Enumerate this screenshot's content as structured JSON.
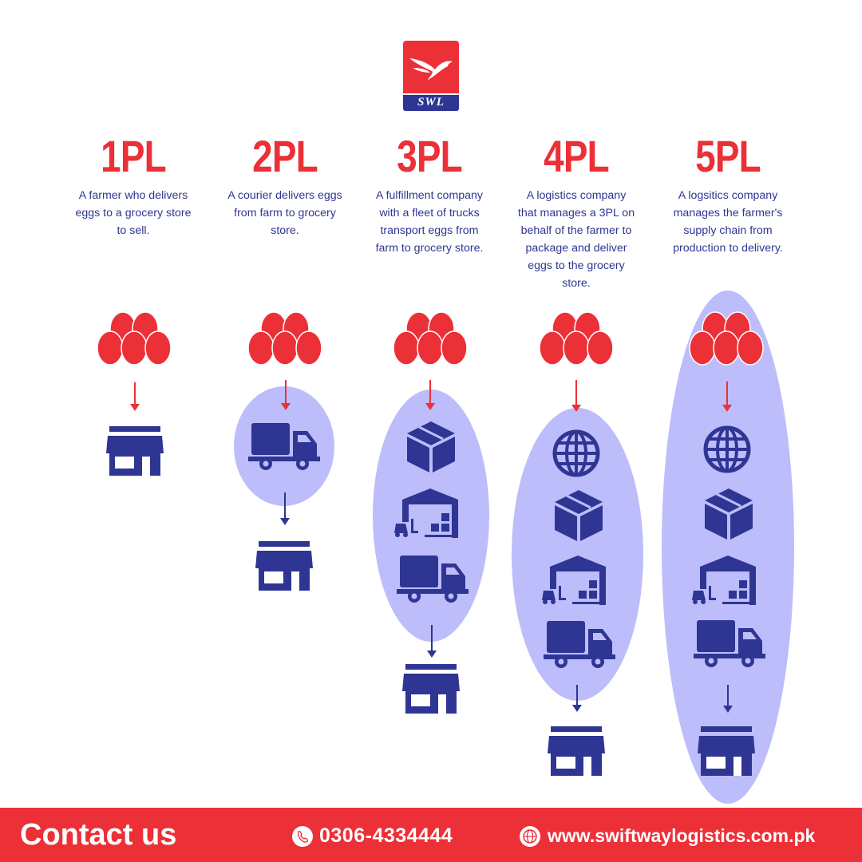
{
  "brand": {
    "logo_text": "SWL",
    "colors": {
      "red": "#ec3038",
      "navy": "#2f3593",
      "lavender": "#bcbdfa"
    }
  },
  "columns": [
    {
      "title": "1PL",
      "description": [
        "A farmer who delivers",
        "eggs to a grocery store",
        "to sell."
      ],
      "flow": [
        "eggs-icon",
        "store-icon"
      ]
    },
    {
      "title": "2PL",
      "description": [
        "A courier delivers eggs",
        "from farm to grocery",
        "store."
      ],
      "flow": [
        "eggs-icon",
        "truck-icon",
        "store-icon"
      ]
    },
    {
      "title": "3PL",
      "description": [
        "A fulfillment company",
        "with a fleet of trucks",
        "transport eggs from",
        "farm to grocery store."
      ],
      "flow": [
        "eggs-icon",
        "box-icon",
        "warehouse-icon",
        "truck-icon",
        "store-icon"
      ]
    },
    {
      "title": "4PL",
      "description": [
        "A logistics company",
        "that manages a 3PL on",
        "behalf of the farmer to",
        "package and deliver",
        "eggs to the grocery",
        "store."
      ],
      "flow": [
        "eggs-icon",
        "globe-icon",
        "box-icon",
        "warehouse-icon",
        "truck-icon",
        "store-icon"
      ]
    },
    {
      "title": "5PL",
      "description": [
        "A logsitics company",
        "manages the farmer's",
        "supply chain from",
        "production to delivery."
      ],
      "flow": [
        "eggs-icon",
        "globe-icon",
        "box-icon",
        "warehouse-icon",
        "truck-icon",
        "store-icon"
      ]
    }
  ],
  "footer": {
    "contact_label": "Contact us",
    "phone": "0306-4334444",
    "website": "www.swiftwaylogistics.com.pk"
  }
}
